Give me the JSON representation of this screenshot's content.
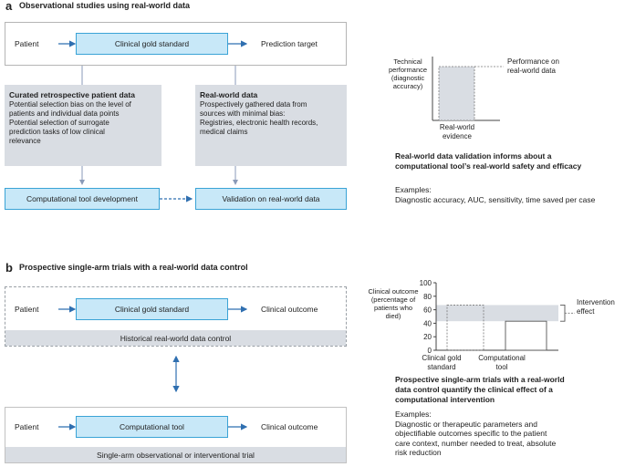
{
  "panel_a": {
    "letter": "a",
    "title": "Observational studies using real-world data",
    "patient": "Patient",
    "gold_standard": "Clinical gold standard",
    "prediction_target": "Prediction target",
    "curated": {
      "heading": "Curated retrospective patient data",
      "lines": [
        "Potential selection bias on the level of",
        "patients and individual data points",
        "Potential selection of surrogate",
        "prediction tasks of low clinical",
        "relevance"
      ]
    },
    "realworld": {
      "heading": "Real-world data",
      "lines": [
        "Prospectively gathered data from",
        "sources with minimal bias:",
        "Registries, electronic health records,",
        "medical claims"
      ]
    },
    "tool_dev": "Computational tool development",
    "validation": "Validation on real-world data",
    "chart": {
      "ylabel": [
        "Technical",
        "performance",
        "(diagnostic",
        "accuracy)"
      ],
      "xlabel": [
        "Real-world",
        "evidence"
      ],
      "annotation": [
        "Performance on",
        "real-world data"
      ]
    },
    "summary": [
      "Real-world data validation informs about a",
      "computational tool’s real-world safety and efficacy"
    ],
    "examples_label": "Examples:",
    "examples_text": "Diagnostic accuracy, AUC, sensitivity, time saved per case"
  },
  "panel_b": {
    "letter": "b",
    "title": "Prospective single-arm trials with a real-world data control",
    "patient": "Patient",
    "gold_standard": "Clinical gold standard",
    "clinical_outcome": "Clinical outcome",
    "historical_control": "Historical real-world data control",
    "patient2": "Patient",
    "computational_tool": "Computational tool",
    "clinical_outcome2": "Clinical outcome",
    "single_arm": "Single-arm observational or interventional trial",
    "chart": {
      "ylabel": [
        "Clinical outcome",
        "(percentage of",
        "patients who died)"
      ],
      "yticks": [
        "100",
        "80",
        "60",
        "40",
        "20",
        "0"
      ],
      "categories": [
        [
          "Clinical gold",
          "standard"
        ],
        [
          "Computational",
          "tool"
        ]
      ],
      "intervention_label": [
        "Intervention",
        "effect"
      ]
    },
    "summary": [
      "Prospective single-arm trials with a real-world",
      "data control quantify the clinical effect of a",
      "computational intervention"
    ],
    "examples_label": "Examples:",
    "examples_lines": [
      "Diagnostic or therapeutic parameters and",
      "objectifiable outcomes specific to the patient",
      "care context, number needed to treat, absolute",
      "risk reduction"
    ]
  },
  "chart_data": {
    "type": "bar",
    "categories": [
      "Clinical gold standard",
      "Computational tool"
    ],
    "values": [
      67,
      43
    ],
    "ylim": [
      0,
      100
    ],
    "ylabel": "Clinical outcome (percentage of patients who died)"
  }
}
